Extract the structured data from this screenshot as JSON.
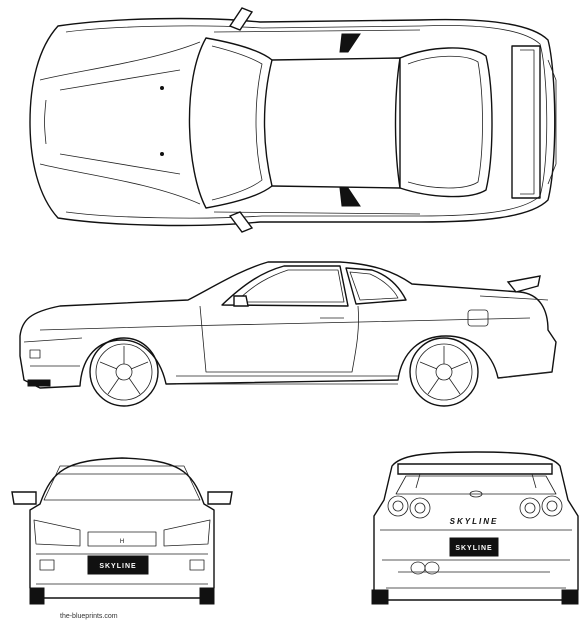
{
  "plates": {
    "front": "SKYLINE",
    "rear": "SKYLINE"
  },
  "badges": {
    "trunk_logo": "SKYLINE",
    "front_emblem": "H"
  },
  "footer_caption": "the-blueprints.com"
}
